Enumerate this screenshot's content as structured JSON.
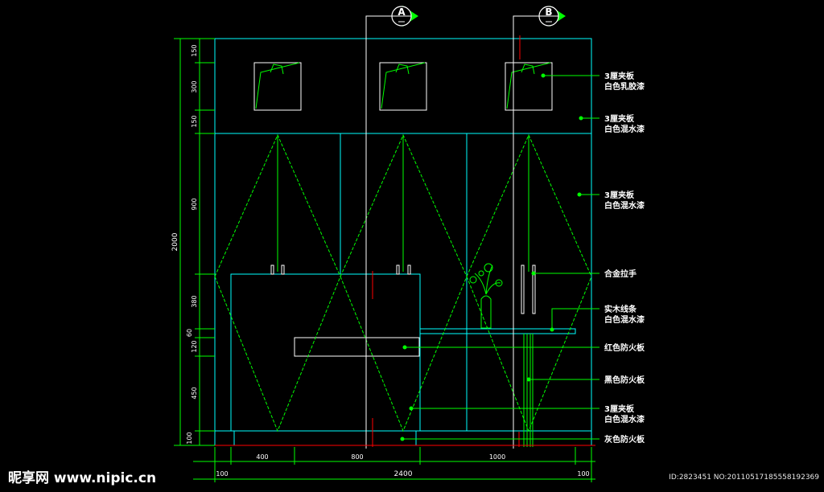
{
  "section_markers": [
    "A",
    "B"
  ],
  "annotations": [
    {
      "line1": "3厘夹板",
      "line2": "白色乳胶漆"
    },
    {
      "line1": "3厘夹板",
      "line2": "白色混水漆"
    },
    {
      "line1": "3厘夹板",
      "line2": "白色混水漆"
    },
    {
      "line1": "合金拉手",
      "line2": ""
    },
    {
      "line1": "实木线条",
      "line2": "白色混水漆"
    },
    {
      "line1": "红色防火板",
      "line2": ""
    },
    {
      "line1": "黑色防火板",
      "line2": ""
    },
    {
      "line1": "3厘夹板",
      "line2": "白色混水漆"
    },
    {
      "line1": "灰色防火板",
      "line2": ""
    }
  ],
  "vertical_dimensions": [
    "150",
    "300",
    "150",
    "900",
    "380",
    "60",
    "120",
    "450",
    "100"
  ],
  "overall_height": "2000",
  "horizontal_dimensions": [
    "400",
    "800",
    "1000"
  ],
  "overall_width": "2400",
  "end_dimensions": [
    "100",
    "100"
  ],
  "colors": {
    "outline": "#00ffff",
    "hatch": "#00ff00",
    "dimension": "#00ff00",
    "ground": "#ff0000",
    "text": "#ffffff",
    "background": "#000000"
  },
  "watermark": {
    "brand": "昵享网 www.nipic.cn",
    "id_text": "ID:2823451 NO:20110517185558192369"
  }
}
